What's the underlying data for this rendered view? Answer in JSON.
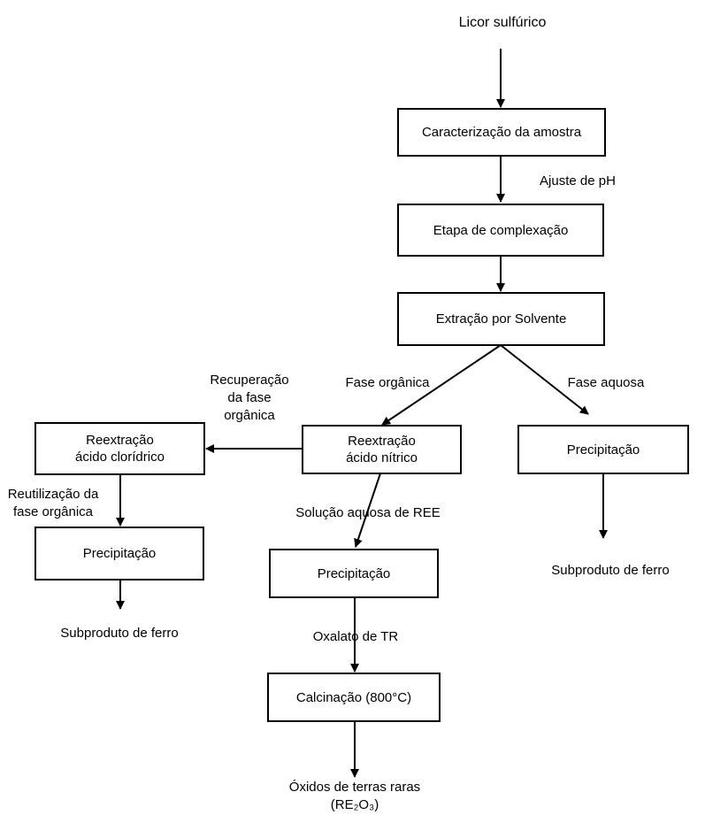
{
  "title": "",
  "nodes": {
    "caracterizacao": "Caracterização da amostra",
    "complexacao": "Etapa de complexação",
    "extracao": "Extração por Solvente",
    "reext_nitrico": [
      "Reextração",
      "ácido nítrico"
    ],
    "reext_cloridrico": [
      "Reextração",
      "ácido clorídrico"
    ],
    "precip_aquosa": "Precipitação",
    "precip_esquerda": "Precipitação",
    "precip_centro": "Precipitação",
    "calcinacao": "Calcinação (800°C)"
  },
  "labels": {
    "licor": "Licor sulfúrico",
    "ajuste_ph": "Ajuste de pH",
    "fase_organica": "Fase orgânica",
    "fase_aquosa": "Fase aquosa",
    "recuperacao": [
      "Recuperação",
      "da fase",
      "orgânica"
    ],
    "reutilizacao": [
      "Reutilização da",
      "fase orgânica"
    ],
    "solucao_ree": "Solução aquosa de REE",
    "oxalato": "Oxalato de TR",
    "subproduto_direita": "Subproduto de ferro",
    "subproduto_esquerda": "Subproduto de ferro",
    "oxidos": [
      "Óxidos de terras raras",
      "(RE₂O₃)"
    ]
  }
}
